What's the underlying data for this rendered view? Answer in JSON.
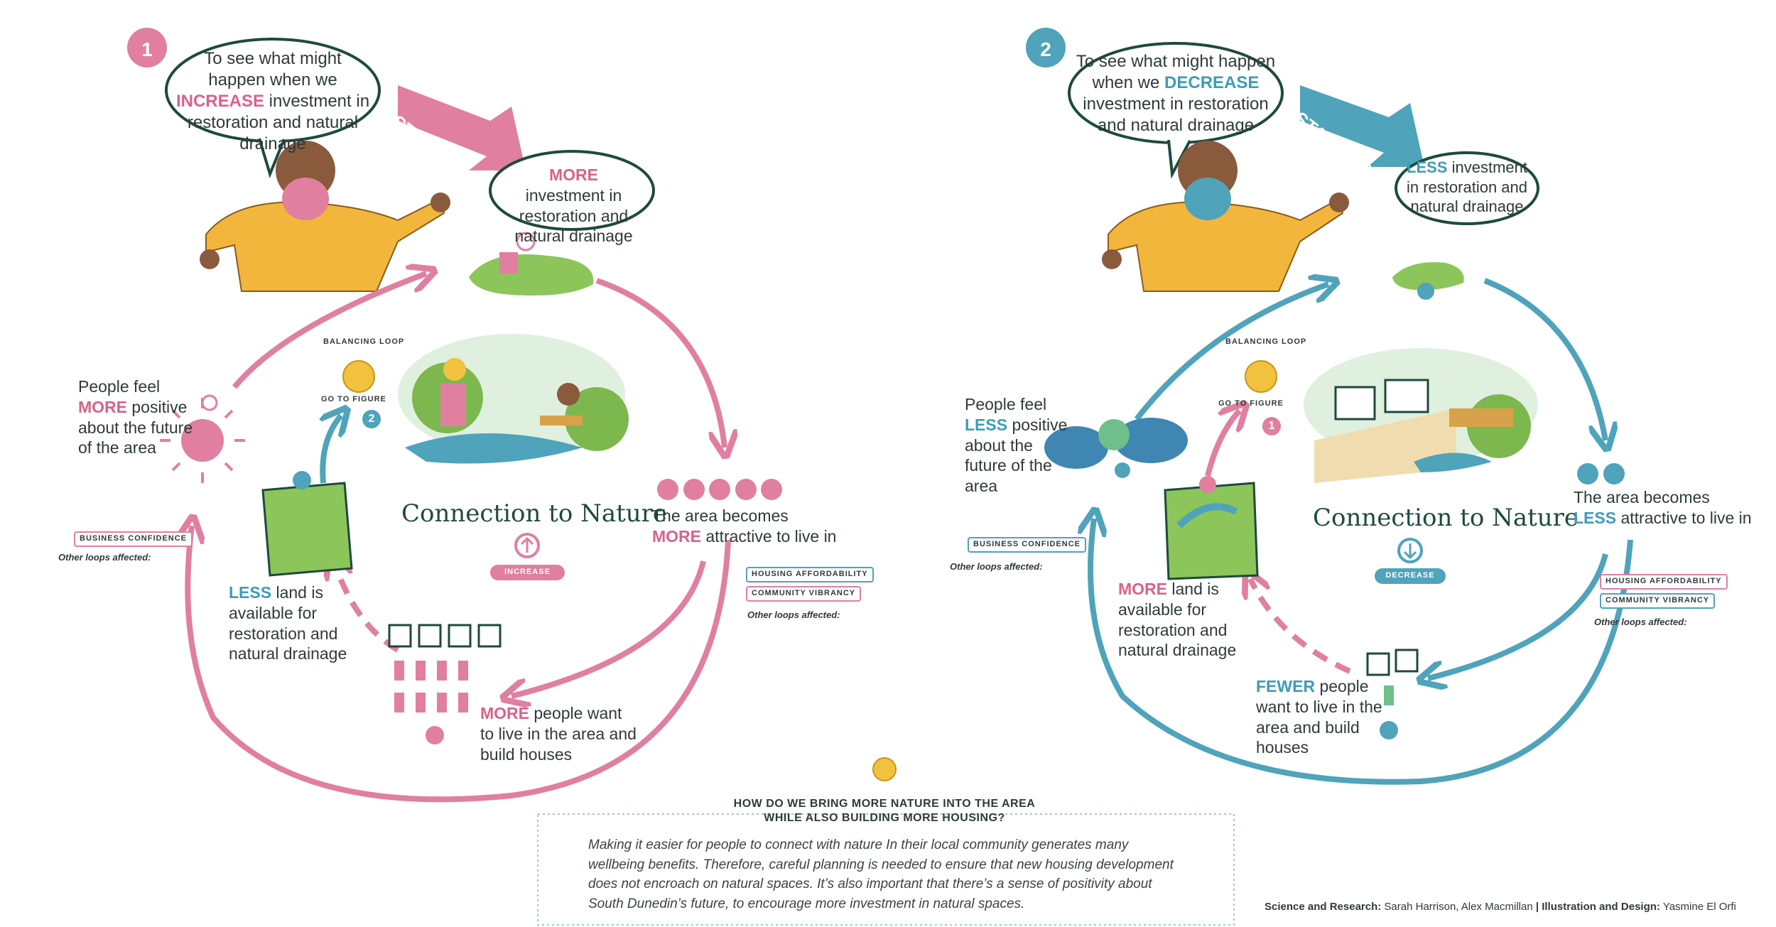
{
  "colors": {
    "pink": "#d9628a",
    "blue": "#3d9cb8",
    "green": "#8cc55a",
    "dark": "#1e4a3c",
    "yellow": "#f2c23e"
  },
  "left": {
    "number": "1",
    "speech_pre": "To see what might happen when we",
    "speech_key": "INCREASE",
    "speech_post": "investment in restoration and natural drainage",
    "start_here": "START HERE",
    "inv_key": "MORE",
    "inv_rest": "investment in restoration and natural drainage",
    "balancing_loop": "BALANCING LOOP",
    "go_to_figure": "GO TO FIGURE",
    "go_to_figure_num": "2",
    "feel_line1": "People feel",
    "feel_key": "MORE",
    "feel_rest": "positive about the future of the area",
    "business_confidence": "BUSINESS CONFIDENCE",
    "other_loops": "Other loops affected:",
    "land_key": "LESS",
    "land_rest": "land is available for restoration and natural drainage",
    "connection_title": "Connection to Nature",
    "connection_tag": "INCREASE",
    "attractive_pre": "The area becomes",
    "attractive_key": "MORE",
    "attractive_rest": "attractive to live in",
    "housing_affordability": "HOUSING AFFORDABILITY",
    "community_vibrancy": "COMMUNITY VIBRANCY",
    "other_loops_2": "Other loops affected:",
    "people_key": "MORE",
    "people_rest": "people want to live in the area and build houses"
  },
  "right": {
    "number": "2",
    "speech_pre": "To see what might happen when we",
    "speech_key": "DECREASE",
    "speech_post": "investment in restoration and natural drainage",
    "start_here": "START HERE",
    "inv_key": "LESS",
    "inv_rest": "investment in restoration and natural drainage",
    "balancing_loop": "BALANCING LOOP",
    "go_to_figure": "GO TO FIGURE",
    "go_to_figure_num": "1",
    "feel_line1": "People feel",
    "feel_key": "LESS",
    "feel_rest": "positive about the future of the area",
    "business_confidence": "BUSINESS CONFIDENCE",
    "other_loops": "Other loops affected:",
    "land_key": "MORE",
    "land_rest": "land is available for restoration and natural drainage",
    "connection_title": "Connection to Nature",
    "connection_tag": "DECREASE",
    "attractive_pre": "The area becomes",
    "attractive_key": "LESS",
    "attractive_rest": "attractive to live in",
    "housing_affordability": "HOUSING AFFORDABILITY",
    "community_vibrancy": "COMMUNITY VIBRANCY",
    "other_loops_2": "Other loops affected:",
    "people_key": "FEWER",
    "people_rest": "people want to live in the area and build houses"
  },
  "question": {
    "title_line1": "HOW DO WE BRING MORE NATURE INTO THE AREA",
    "title_line2": "WHILE ALSO BUILDING MORE HOUSING?",
    "body": "Making it easier for people to connect with nature In their local community generates many wellbeing benefits. Therefore, careful planning is needed to ensure that new housing development does not encroach on natural spaces. It’s also important that there’s a sense of positivity about South Dunedin’s future, to encourage more investment in natural spaces."
  },
  "credits": {
    "research_label": "Science and Research:",
    "research_names": "Sarah Harrison, Alex Macmillan",
    "separator": "|",
    "design_label": "Illustration and Design:",
    "design_names": "Yasmine El Orfi"
  }
}
